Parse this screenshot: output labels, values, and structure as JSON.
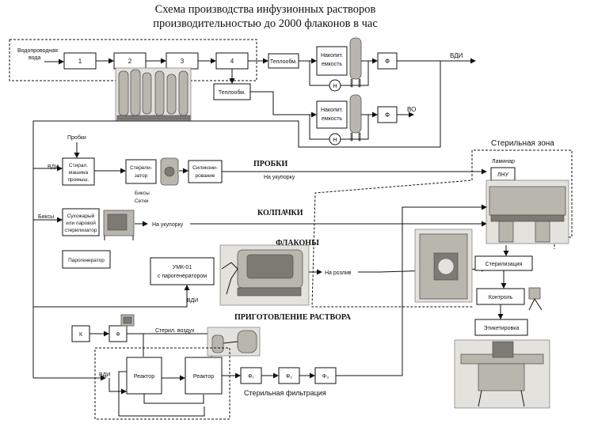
{
  "title": {
    "line1": "Схема производства инфузионных растворов",
    "line2": "производительностью до 2000 флаконов в час"
  },
  "water": {
    "source_line1": "Водопроводная",
    "source_line2": "вода",
    "stages": [
      "1",
      "2",
      "3",
      "4"
    ],
    "heat_exchanger_1": "Теплообм.",
    "heat_exchanger_2": "Теплообм.",
    "tank_line1": "Накопит.",
    "tank_line2": "емкость",
    "tank2_line1": "Накопит.",
    "tank2_line2": "емкость",
    "filter": "Ф",
    "filter2": "Ф",
    "pump": "Н",
    "pump2": "Н",
    "out_wfi": "ВДИ",
    "out_pw": "ВО"
  },
  "stoppers": {
    "input": "Пробки",
    "wfi": "ВДИ",
    "washer_l1": "Стирал.",
    "washer_l2": "машина",
    "washer_l3": "промыш.",
    "sterilizer_l1": "Стерели-",
    "sterilizer_l2": "затор",
    "bix_l1": "Биксы",
    "bix_l2": "Сетки",
    "silicon_l1": "Силикони-",
    "silicon_l2": "рование",
    "section": "ПРОБКИ",
    "to_capping": "На укупорку"
  },
  "caps": {
    "input": "Биксы",
    "oven_l1": "Сухожарый",
    "oven_l2": "или паровой",
    "oven_l3": "стерилизатор",
    "to_capping": "На укупорку",
    "section": "КОЛПАЧКИ"
  },
  "bottles": {
    "section": "ФЛАКОНЫ",
    "steam_gen": "Парогенератор",
    "umk_l1": "УМК-01",
    "umk_l2": "с парогенератором",
    "wfi": "ВДИ",
    "to_filling": "На розлив"
  },
  "solution": {
    "section": "ПРИГОТОВЛЕНИЕ РАСТВОРА",
    "compressor": "К",
    "filter": "Ф",
    "sterile_air": "Стерил. воздух",
    "wfi": "ВДИ",
    "reactor1": "Реактор",
    "reactor2": "Реактор",
    "filters": [
      "Ф₁",
      "Ф₂",
      "Ф₃"
    ],
    "sterile_filtration": "Стерильная фильтрация"
  },
  "sterile_zone": {
    "label": "Стерильная зона",
    "laminar": "Ламинар",
    "lnu": "ЛНУ"
  },
  "finishing": {
    "sterilization": "Стерилизация",
    "control": "Контроль",
    "labeling": "Этикетировка"
  }
}
